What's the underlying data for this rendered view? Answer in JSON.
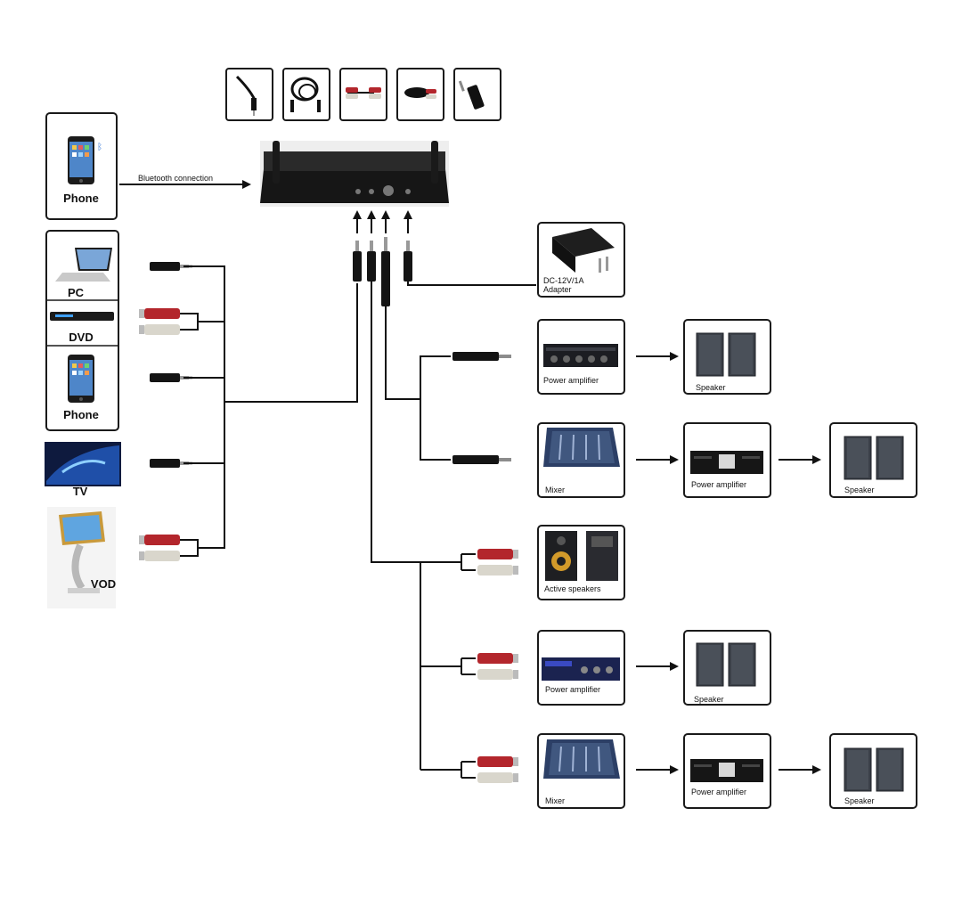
{
  "link": {
    "bluetooth_label": "Bluetooth connection"
  },
  "sources": {
    "phone_bt_label": "Phone",
    "pc_label": "PC",
    "dvd_label": "DVD",
    "phone_label": "Phone",
    "tv_label": "TV",
    "vod_label": "VOD"
  },
  "adapter": {
    "line1": "DC-12V/1A",
    "line2": "Adapter"
  },
  "outputs": {
    "row1": {
      "amp_label": "Power amplifier",
      "speaker_label": "Speaker"
    },
    "row2": {
      "mixer_label": "Mixer",
      "amp_label": "Power amplifier",
      "speaker_label": "Speaker"
    },
    "row3": {
      "active_label": "Active speakers"
    },
    "row4": {
      "amp_label": "Power amplifier",
      "speaker_label": "Speaker"
    },
    "row5": {
      "mixer_label": "Mixer",
      "amp_label": "Power amplifier",
      "speaker_label": "Speaker"
    }
  },
  "accessories": [
    "aux-cable-icon",
    "coiled-cable-icon",
    "rca-cable-icon",
    "rca-pair-icon",
    "adapter-plug-icon"
  ]
}
